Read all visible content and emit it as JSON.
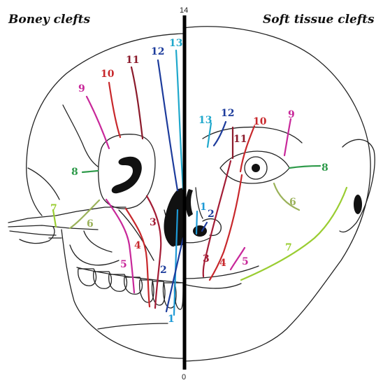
{
  "headings": {
    "left": "Boney clefts",
    "right": "Soft tissue clefts"
  },
  "scale": {
    "top": "14",
    "bottom": "0"
  },
  "colors": {
    "c1": "#1e9ad6",
    "c2": "#1d3c9c",
    "c3": "#a41d36",
    "c4": "#c8282c",
    "c5": "#c8289a",
    "c6": "#9bb25a",
    "c7": "#9acd32",
    "c8": "#2e9a4a",
    "c9": "#c8289a",
    "c10": "#c8282c",
    "c11": "#8b1a2b",
    "c12": "#1d3c9c",
    "c13": "#1fa8cc"
  },
  "labels": {
    "b1": "1",
    "b2": "2",
    "b3": "3",
    "b4": "4",
    "b5": "5",
    "b6": "6",
    "b7": "7",
    "b8": "8",
    "b9": "9",
    "b10": "10",
    "b11": "11",
    "b12": "12",
    "b13": "13",
    "s1": "1",
    "s2": "2",
    "s3": "3",
    "s4": "4",
    "s5": "5",
    "s6": "6",
    "s7": "7",
    "s8": "8",
    "s9": "9",
    "s10": "10",
    "s11": "11",
    "s12": "12",
    "s13": "13"
  }
}
